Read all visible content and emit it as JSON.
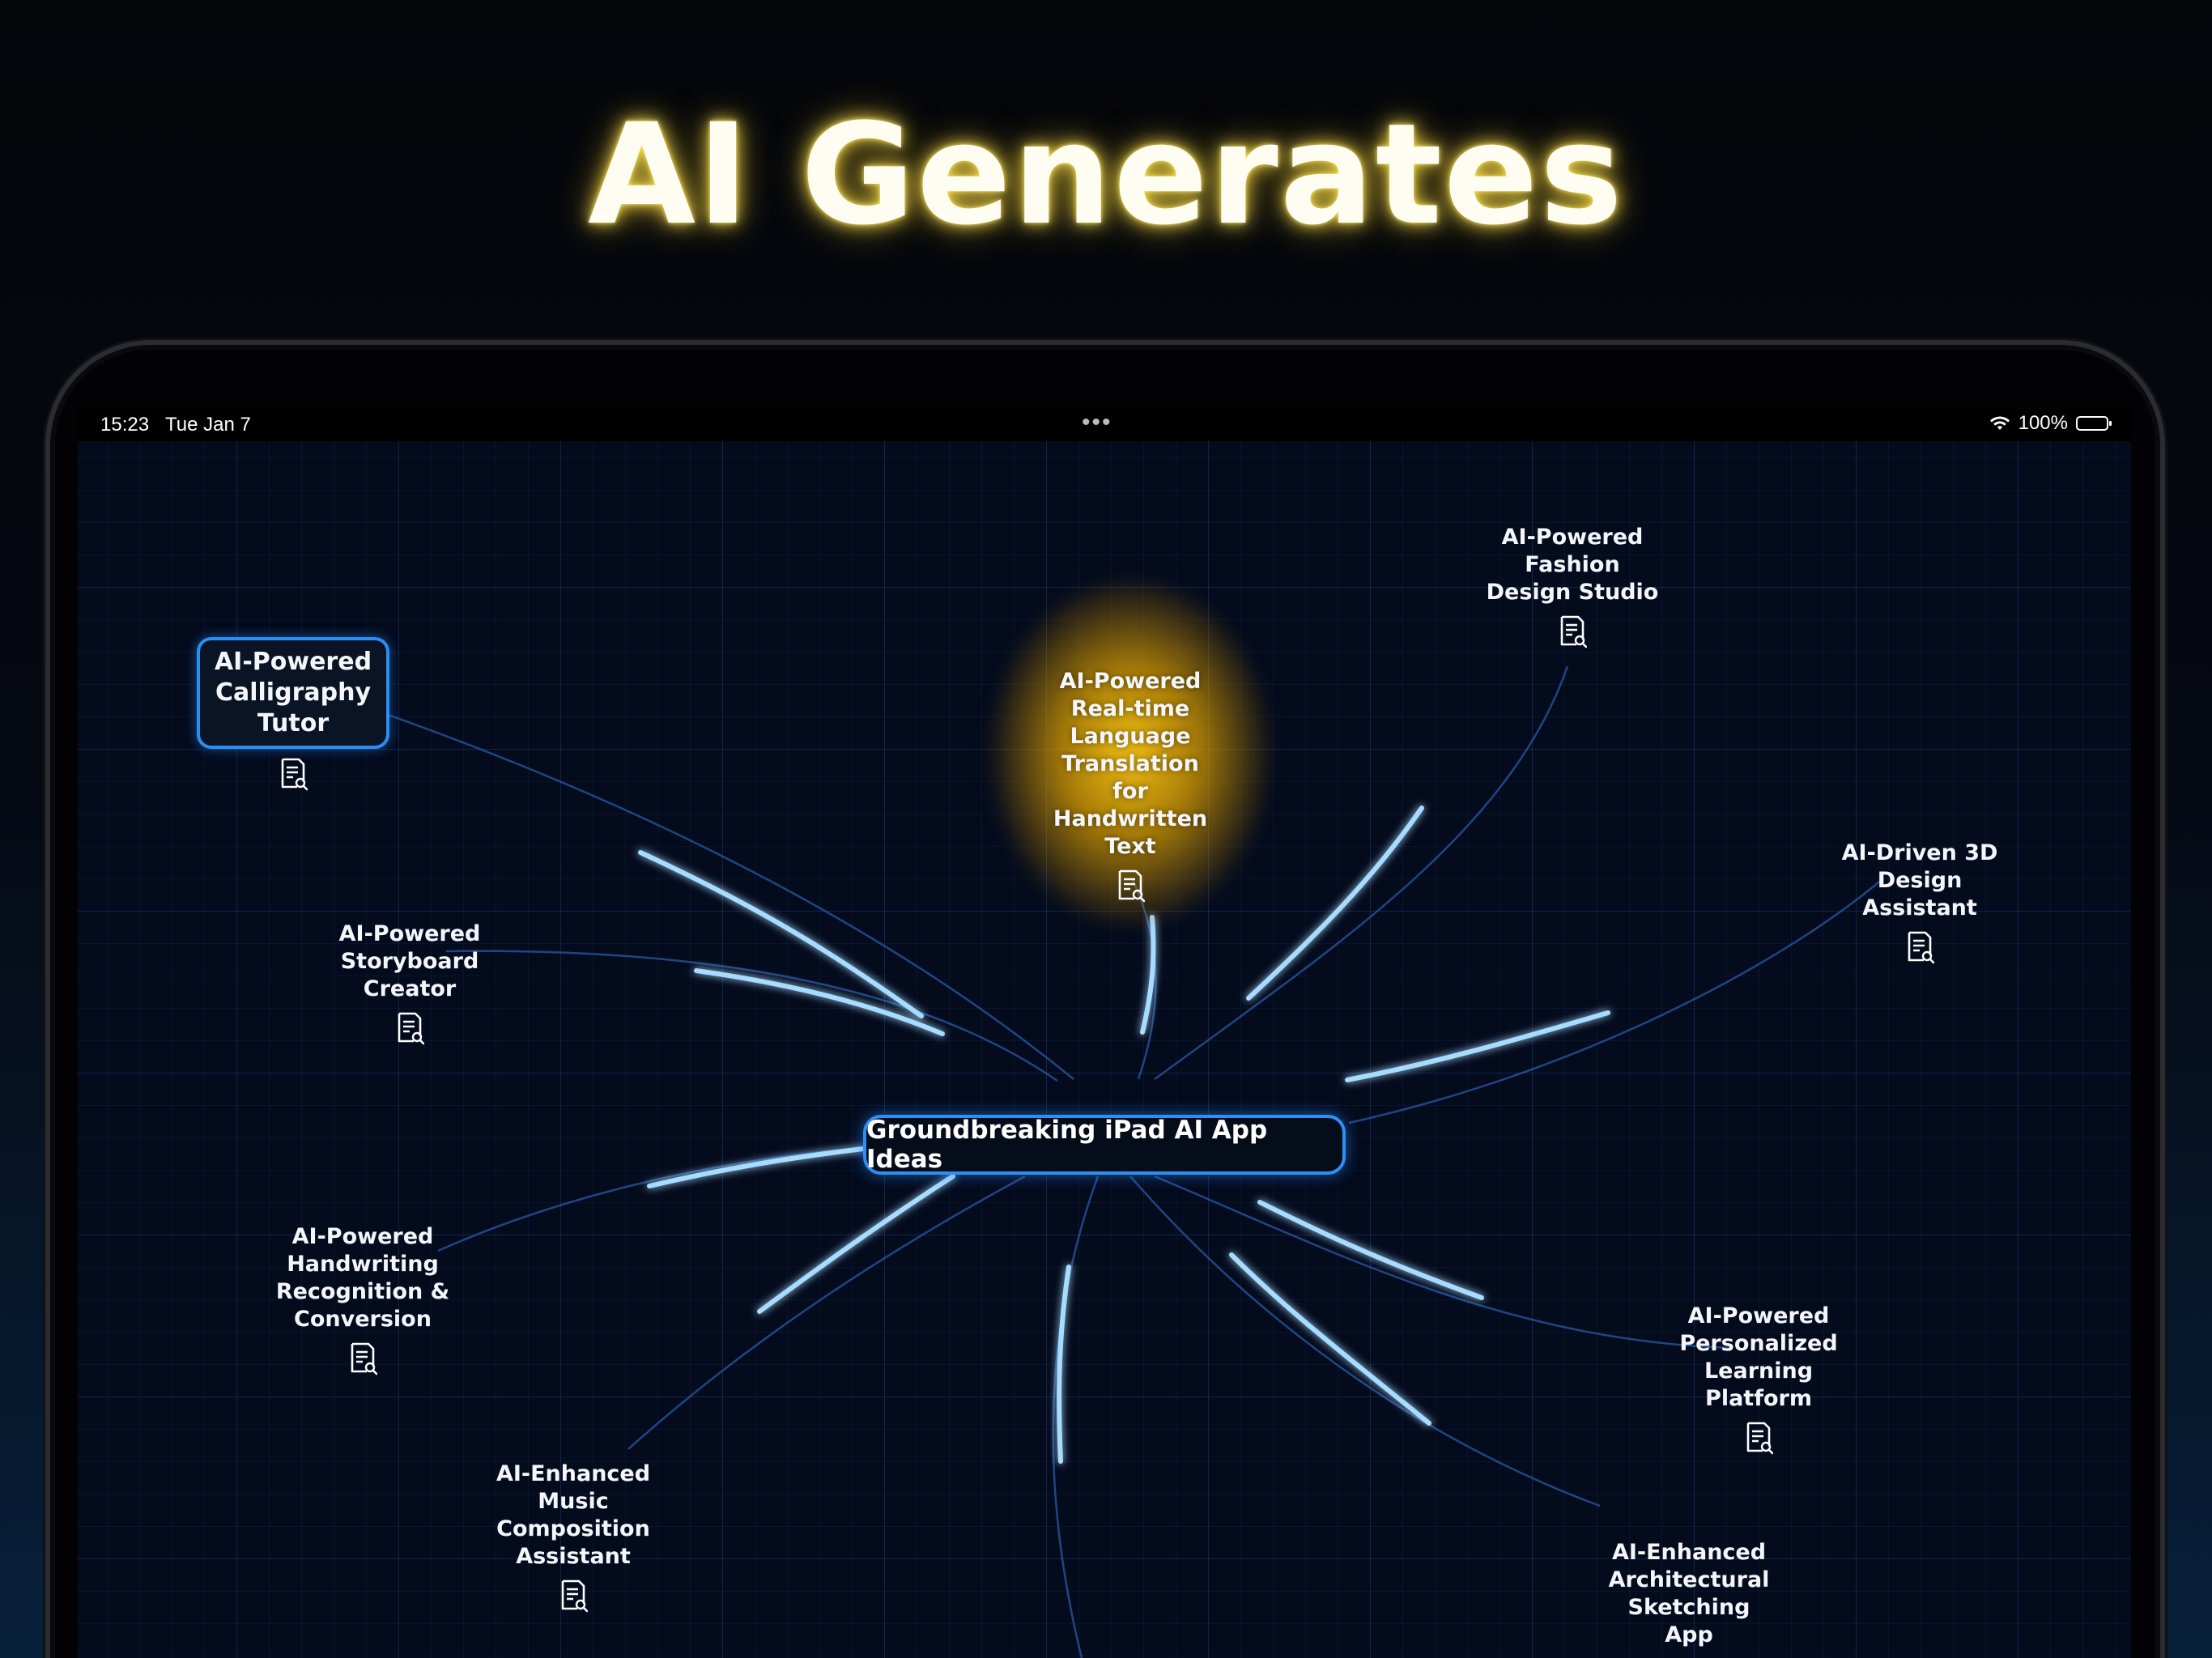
{
  "headline": "AI Generates",
  "status_bar": {
    "time": "15:23",
    "date": "Tue Jan 7",
    "dots": "•••",
    "battery": "100%"
  },
  "mind_map": {
    "center": "Groundbreaking iPad AI App Ideas",
    "nodes": [
      {
        "id": "calligraphy",
        "text": "AI-Powered\nCalligraphy\nTutor",
        "style": "boxed"
      },
      {
        "id": "translation",
        "text": "AI-Powered\nReal-time\nLanguage\nTranslation\nfor\nHandwritten\nText",
        "style": "highlighted"
      },
      {
        "id": "fashion",
        "text": "AI-Powered\nFashion\nDesign Studio",
        "style": "plain"
      },
      {
        "id": "design3d",
        "text": "AI-Driven 3D\nDesign\nAssistant",
        "style": "plain"
      },
      {
        "id": "storyboard",
        "text": "AI-Powered\nStoryboard\nCreator",
        "style": "plain"
      },
      {
        "id": "handwriting",
        "text": "AI-Powered\nHandwriting\nRecognition &\nConversion",
        "style": "plain"
      },
      {
        "id": "music",
        "text": "AI-Enhanced\nMusic\nComposition\nAssistant",
        "style": "plain"
      },
      {
        "id": "learning",
        "text": "AI-Powered\nPersonalized\nLearning\nPlatform",
        "style": "plain"
      },
      {
        "id": "architecture",
        "text": "AI-Enhanced\nArchitectural\nSketching\nApp",
        "style": "plain"
      }
    ]
  },
  "colors": {
    "accent_blue": "#2f8ff2",
    "link_glow": "#8fd0ff",
    "highlight_gold": "#f2b800"
  },
  "icons": {
    "node_action": "document-search-icon",
    "wifi": "wifi-icon",
    "battery": "battery-icon"
  }
}
